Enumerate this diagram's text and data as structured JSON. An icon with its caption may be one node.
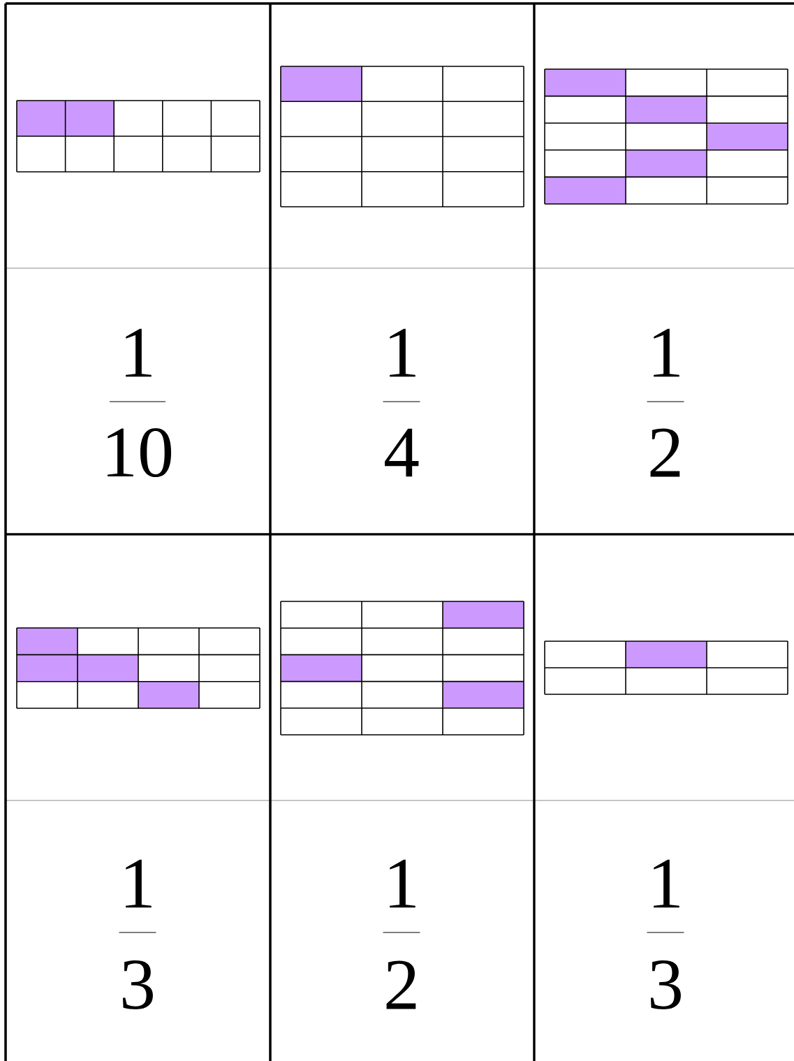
{
  "diagram": {
    "labels": [
      "1",
      "10",
      "1",
      "4",
      "1",
      "2",
      "1",
      "3",
      "1",
      "2",
      "1",
      "3"
    ]
  }
}
